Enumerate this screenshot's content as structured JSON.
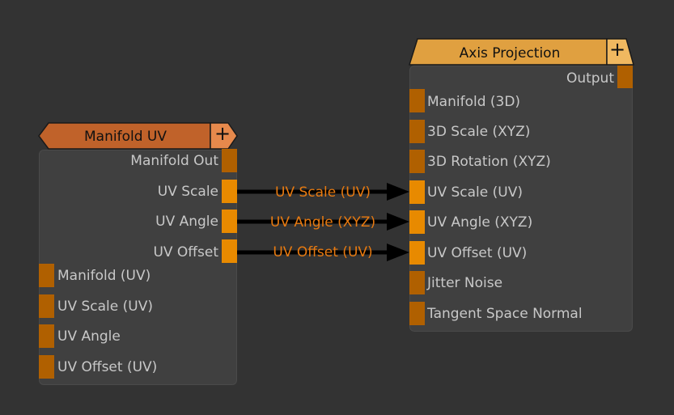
{
  "nodes": {
    "manifold_uv": {
      "title": "Manifold UV",
      "add": "+",
      "outputs": [
        "Manifold Out",
        "UV Scale",
        "UV Angle",
        "UV Offset"
      ],
      "inputs": [
        "Manifold (UV)",
        "UV Scale (UV)",
        "UV Angle",
        "UV Offset (UV)"
      ]
    },
    "axis_projection": {
      "title": "Axis Projection",
      "add": "+",
      "outputs": [
        "Output"
      ],
      "inputs": [
        "Manifold (3D)",
        "3D Scale (XYZ)",
        "3D Rotation (XYZ)",
        "UV Scale (UV)",
        "UV Angle (XYZ)",
        "UV Offset (UV)",
        "Jitter Noise",
        "Tangent Space Normal"
      ]
    }
  },
  "connections": [
    {
      "label": "UV Scale (UV)"
    },
    {
      "label": "UV Angle (XYZ)"
    },
    {
      "label": "UV Offset (UV)"
    }
  ],
  "colors": {
    "background": "#333333",
    "node": "#404040",
    "port": "#b06000",
    "port_active": "#e88a00",
    "link_label": "#e87a10",
    "header_manifold": "#c0622a",
    "header_axis": "#e0a040"
  }
}
